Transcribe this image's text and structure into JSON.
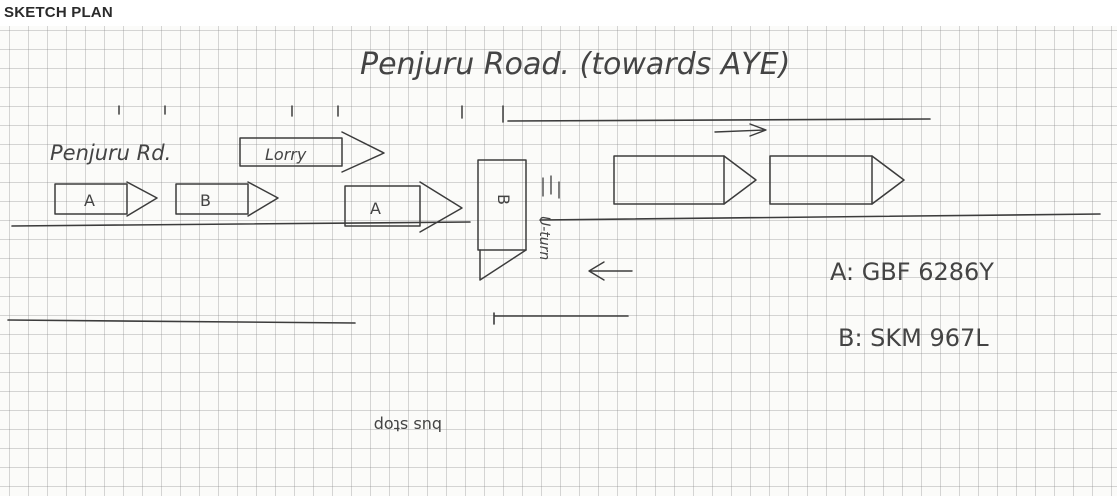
{
  "header": {
    "title": "SKETCH PLAN"
  },
  "sketch": {
    "road_name_top": "Penjuru Road. (towards AYE)",
    "road_label": "Penjuru Rd.",
    "vehicles": {
      "lorry": "Lorry",
      "vehicle_a_parked": "A",
      "vehicle_b_parked": "B",
      "vehicle_a_moving": "A",
      "vehicle_b_turning": "B"
    },
    "turn_label": "U-turn",
    "bus_stop_label": "bus stop",
    "legend": {
      "a": "A: GBF 6286Y",
      "b": "B: SKM 967L"
    }
  },
  "colors": {
    "ink": "#3c3c3c",
    "grid": "#8c8c8c",
    "paper": "#fbfbf9"
  }
}
